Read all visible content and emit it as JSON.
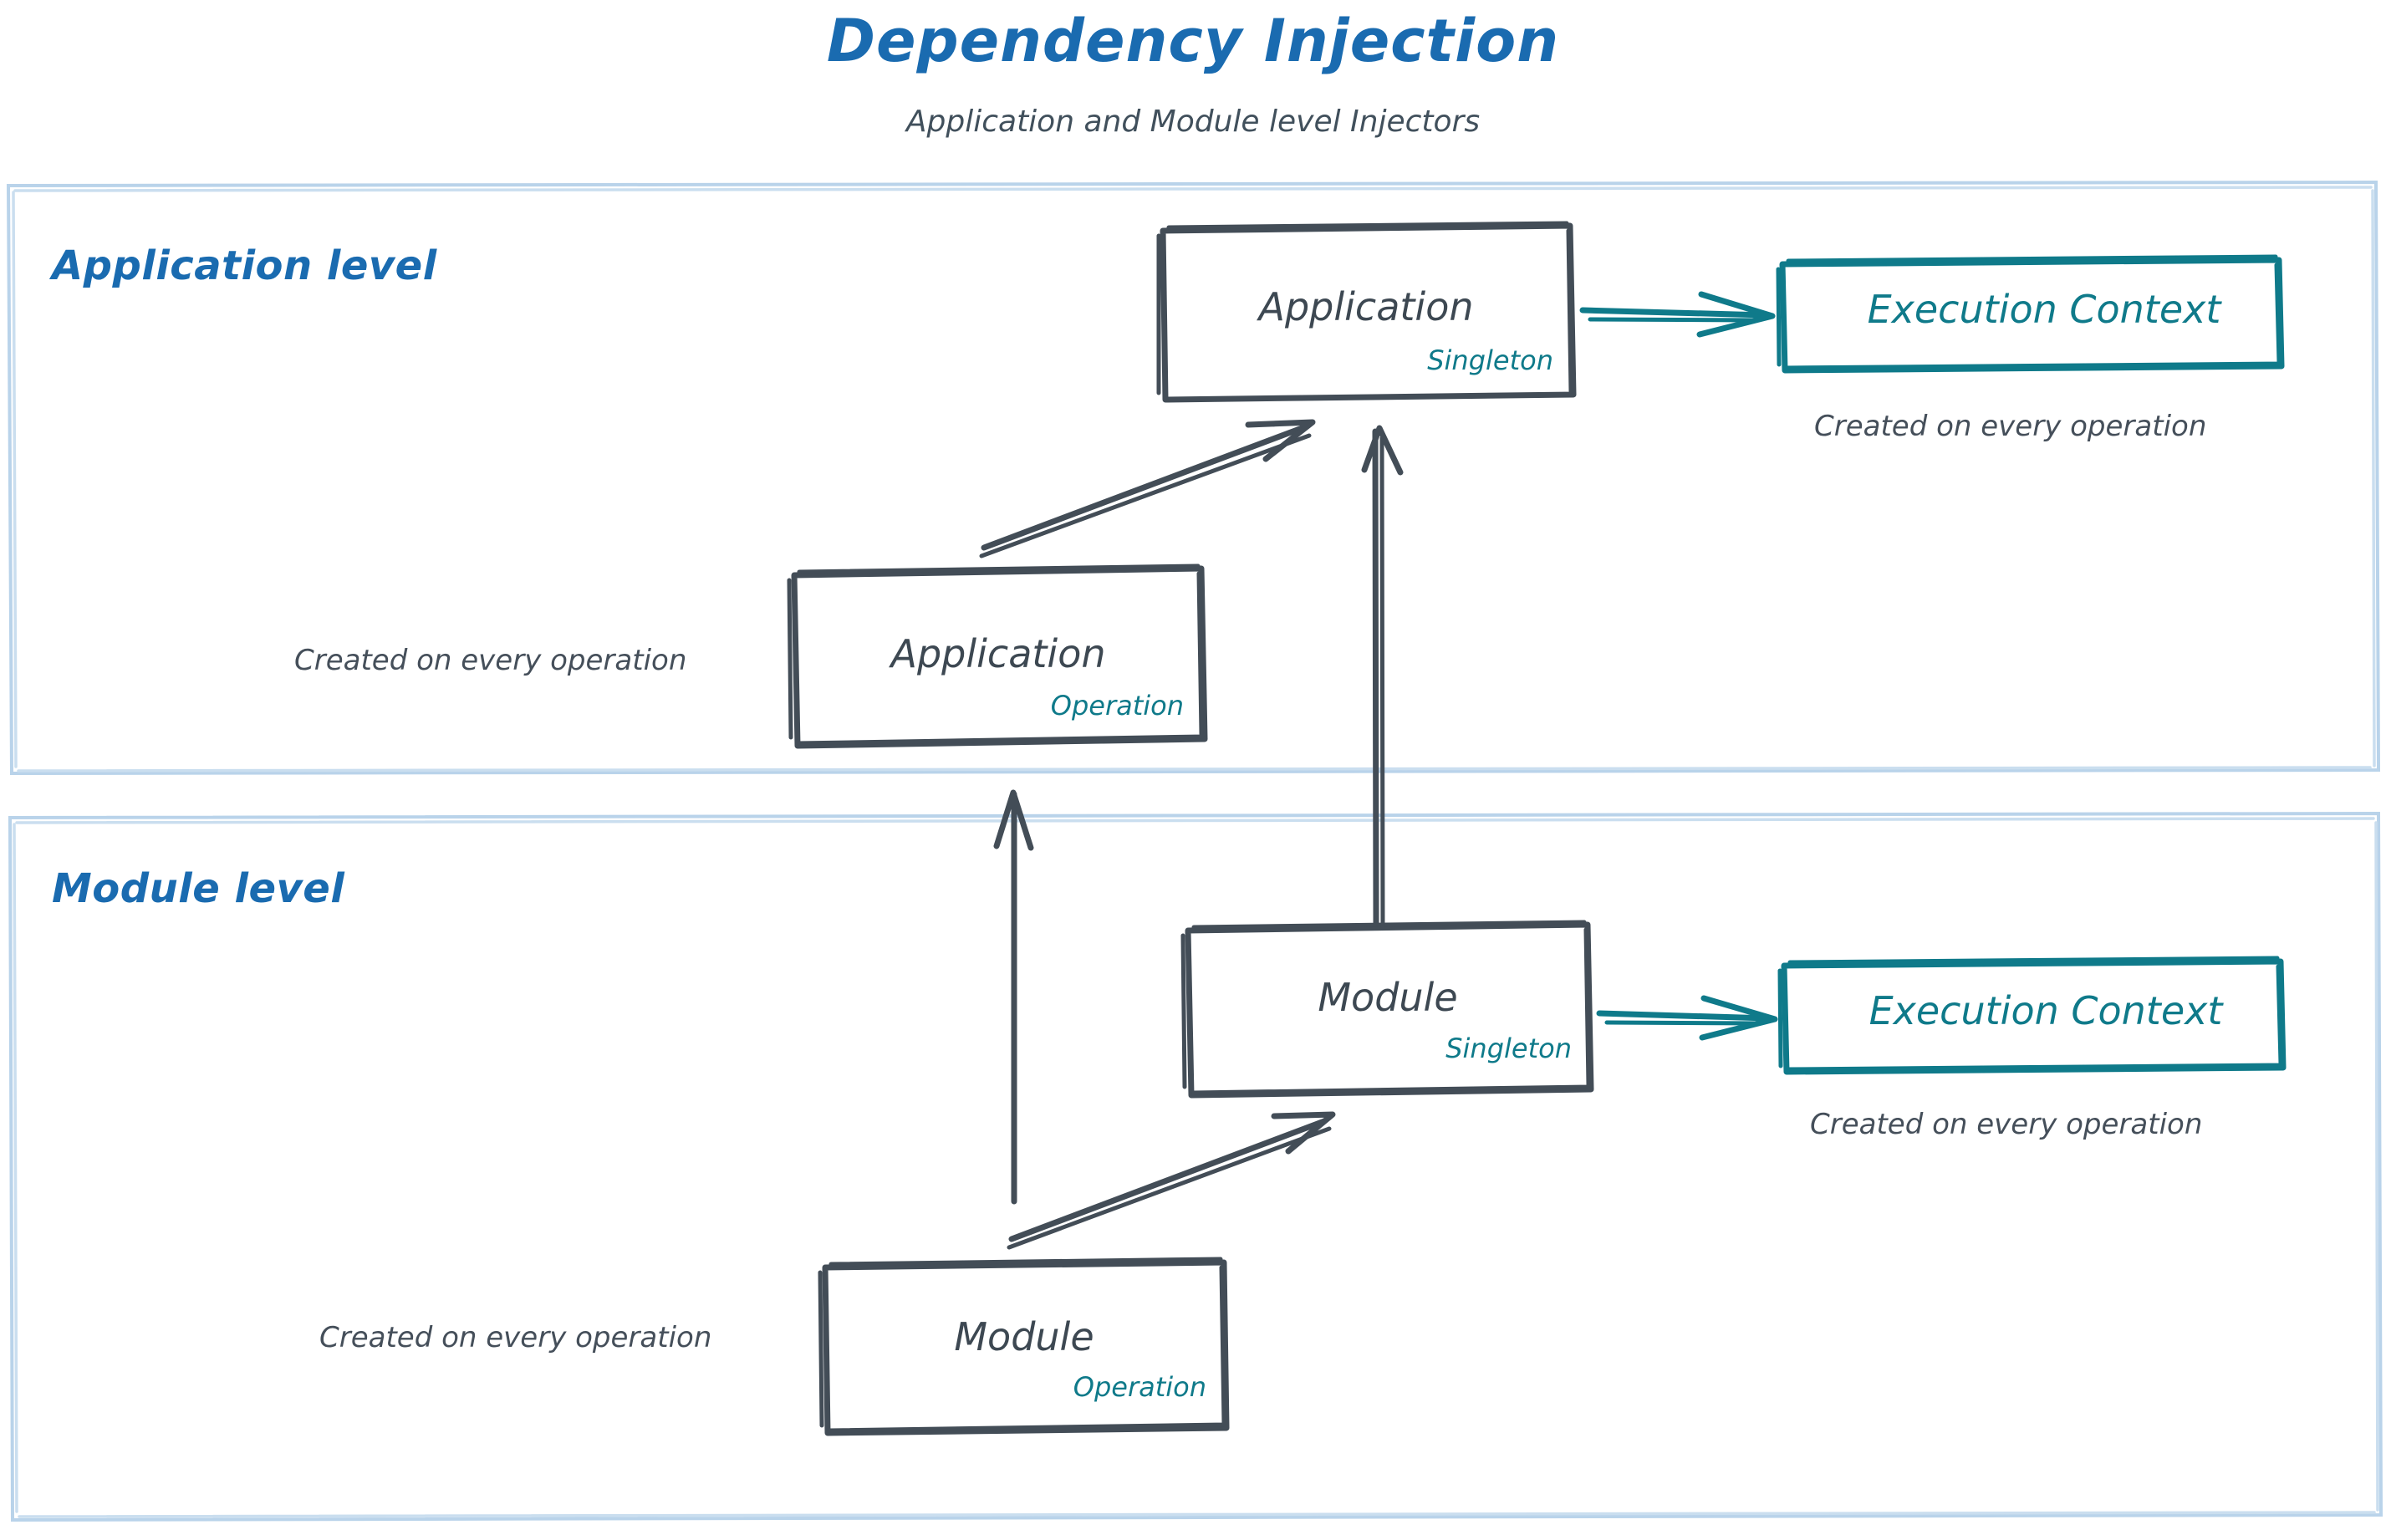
{
  "header": {
    "title": "Dependency Injection",
    "subtitle": "Application and Module level Injectors",
    "title_color": "#1a6bb0",
    "subtitle_color": "#41505c"
  },
  "colors": {
    "accent_blue": "#1a6bb0",
    "container_border": "#b9d3ea",
    "node_stroke": "#434d57",
    "teal": "#0f7a8a",
    "caption_text": "#454f5a"
  },
  "containers": [
    {
      "id": "application-level",
      "label": "Application level"
    },
    {
      "id": "module-level",
      "label": "Module level"
    }
  ],
  "nodes": {
    "application_singleton": {
      "title": "Application",
      "scope": "Singleton"
    },
    "application_operation": {
      "title": "Application",
      "scope": "Operation"
    },
    "module_singleton": {
      "title": "Module",
      "scope": "Singleton"
    },
    "module_operation": {
      "title": "Module",
      "scope": "Operation"
    },
    "execution_context_app": {
      "title": "Execution Context"
    },
    "execution_context_mod": {
      "title": "Execution Context"
    }
  },
  "captions": {
    "ec_application": "Created on every operation",
    "application_operation": "Created on every operation",
    "ec_module": "Created on every operation",
    "module_operation": "Created on every operation"
  },
  "edges": [
    {
      "from": "application_singleton",
      "to": "execution_context_app",
      "style": "teal-arrow"
    },
    {
      "from": "application_operation",
      "to": "application_singleton",
      "style": "dark-arrow"
    },
    {
      "from": "module_singleton",
      "to": "application_singleton",
      "style": "dark-arrow"
    },
    {
      "from": "module_singleton",
      "to": "execution_context_mod",
      "style": "teal-arrow"
    },
    {
      "from": "module_operation",
      "to": "module_singleton",
      "style": "dark-arrow"
    },
    {
      "from": "module_operation",
      "to": "application_operation",
      "style": "dark-arrow"
    }
  ]
}
